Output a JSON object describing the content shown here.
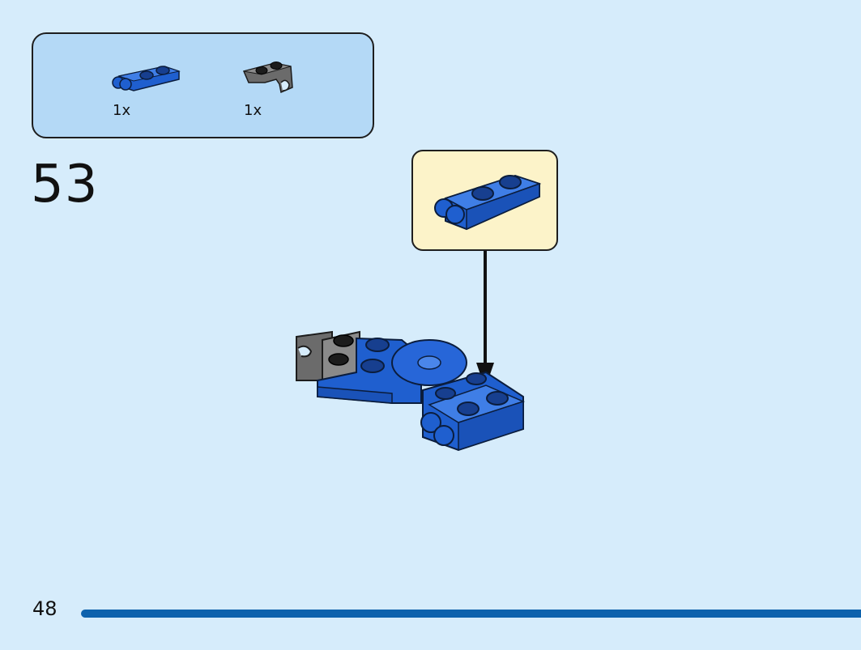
{
  "step": {
    "number": "53",
    "page_number": "48"
  },
  "parts_list": {
    "items": [
      {
        "name": "plate-1x2-with-clip-blue",
        "color": "#1f5fcf",
        "quantity": "1x"
      },
      {
        "name": "plate-1x2-with-clip-dark-grey",
        "color": "#6b6b6b",
        "quantity": "1x"
      }
    ]
  },
  "colors": {
    "background": "#d6ecfb",
    "parts_box": "#b4d9f6",
    "callout": "#fcf3c9",
    "brick_blue": "#1f5fcf",
    "brick_grey": "#6b6b6b",
    "stud_black": "#1c1c1c",
    "progress_bar": "#0d62ad"
  },
  "progress": {
    "fraction": 1.0
  }
}
